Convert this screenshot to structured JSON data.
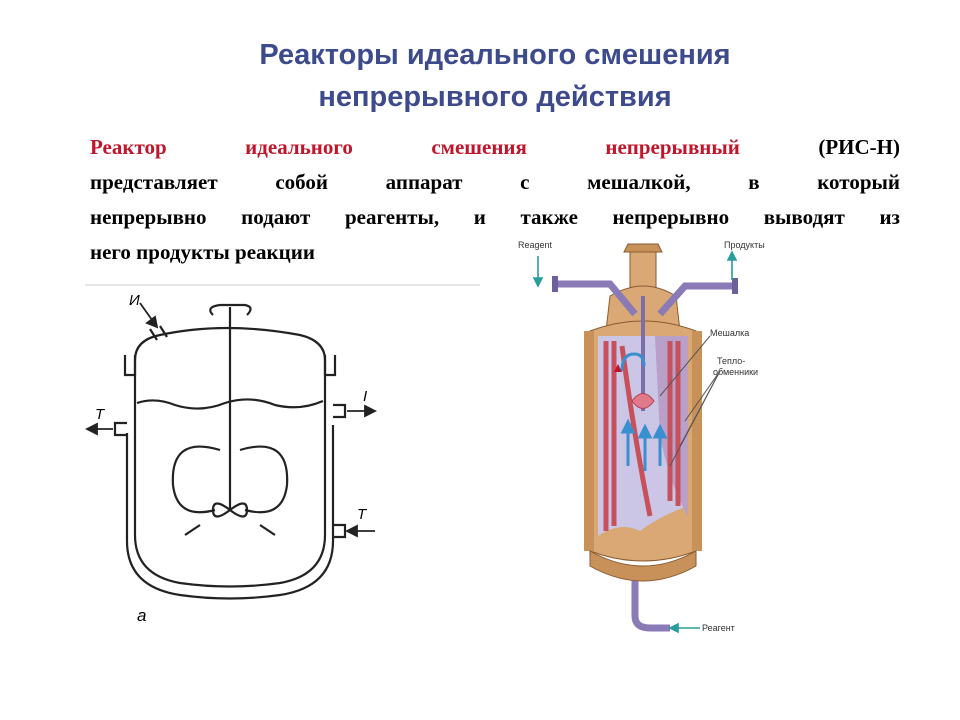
{
  "title": {
    "line1": "Реакторы идеального смешения",
    "line2": "непрерывного действия"
  },
  "body": {
    "term": "Реактор идеального смешения непрерывный",
    "line1_rest": "(РИС-Н)",
    "line2": "представляет собой аппарат с мешалкой, в который",
    "line3": "непрерывно подают реагенты, и также непрерывно выводят из",
    "line4": "него продукты реакции"
  },
  "left_diagram": {
    "label_inlet": "И",
    "label_out_left": "Т",
    "label_right_top": "I",
    "label_right_bottom": "Т",
    "caption": "а"
  },
  "right_diagram": {
    "label_reagent_in": "Reagent",
    "label_products": "Продукты",
    "label_mixer": "Мешалка",
    "label_exchangers_1": "Тепло-",
    "label_exchangers_2": "обменники",
    "label_reagent_bottom": "Реагент"
  },
  "colors": {
    "title": "#3d4a8c",
    "term": "#c0162c",
    "vessel": "#c8915a",
    "pipe": "#8a7ab5",
    "exchanger": "#c8505a",
    "arrow": "#3a8fd0"
  }
}
